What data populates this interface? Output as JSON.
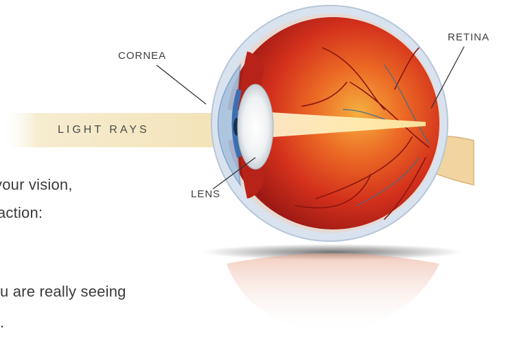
{
  "labels": {
    "cornea": "CORNEA",
    "retina": "RETINA",
    "lens": "LENS",
    "light_rays": "LIGHT RAYS"
  },
  "body_text": {
    "line1": "your vision,",
    "line2": "action:",
    "line3": "u are really seeing",
    "line4": "."
  },
  "colors": {
    "eye_red": "#c8271b",
    "eye_orange": "#e9742e",
    "sclera": "#d8e2ee",
    "light_beam": "#f3e7c4",
    "iris": "#3d6fb0"
  }
}
